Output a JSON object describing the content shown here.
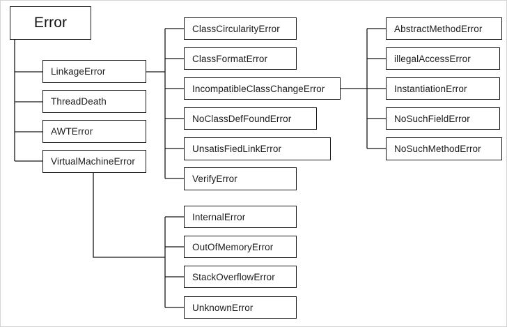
{
  "diagram": {
    "description": "Java Error class hierarchy diagram",
    "colors": {
      "background": "#ffffff",
      "box_border": "#161616",
      "connector_line": "#161616",
      "text": "#1b1b1b"
    }
  },
  "nodes": {
    "error": {
      "label": "Error"
    },
    "linkageError": {
      "label": "LinkageError"
    },
    "threadDeath": {
      "label": "ThreadDeath"
    },
    "awtError": {
      "label": "AWTError"
    },
    "virtualMachineError": {
      "label": "VirtualMachineError"
    },
    "classCircularityError": {
      "label": "ClassCircularityError"
    },
    "classFormatError": {
      "label": "ClassFormatError"
    },
    "incompatibleClassChangeError": {
      "label": "IncompatibleClassChangeError"
    },
    "noClassDefFoundError": {
      "label": "NoClassDefFoundError"
    },
    "unsatisfiedLinkError": {
      "label": "UnsatisFiedLinkError"
    },
    "verifyError": {
      "label": "VerifyError"
    },
    "internalError": {
      "label": "InternalError"
    },
    "outOfMemoryError": {
      "label": "OutOfMemoryError"
    },
    "stackOverflowError": {
      "label": "StackOverflowError"
    },
    "unknownError": {
      "label": "UnknownError"
    },
    "abstractMethodError": {
      "label": "AbstractMethodError"
    },
    "illegalAccessError": {
      "label": "illegalAccessError"
    },
    "instantiationError": {
      "label": "InstantiationError"
    },
    "noSuchFieldError": {
      "label": "NoSuchFieldError"
    },
    "noSuchMethodError": {
      "label": "NoSuchMethodError"
    }
  },
  "hierarchy": {
    "Error": [
      "LinkageError",
      "ThreadDeath",
      "AWTError",
      "VirtualMachineError"
    ],
    "LinkageError": [
      "ClassCircularityError",
      "ClassFormatError",
      "IncompatibleClassChangeError",
      "NoClassDefFoundError",
      "UnsatisFiedLinkError",
      "VerifyError"
    ],
    "IncompatibleClassChangeError": [
      "AbstractMethodError",
      "illegalAccessError",
      "InstantiationError",
      "NoSuchFieldError",
      "NoSuchMethodError"
    ],
    "VirtualMachineError": [
      "InternalError",
      "OutOfMemoryError",
      "StackOverflowError",
      "UnknownError"
    ]
  }
}
